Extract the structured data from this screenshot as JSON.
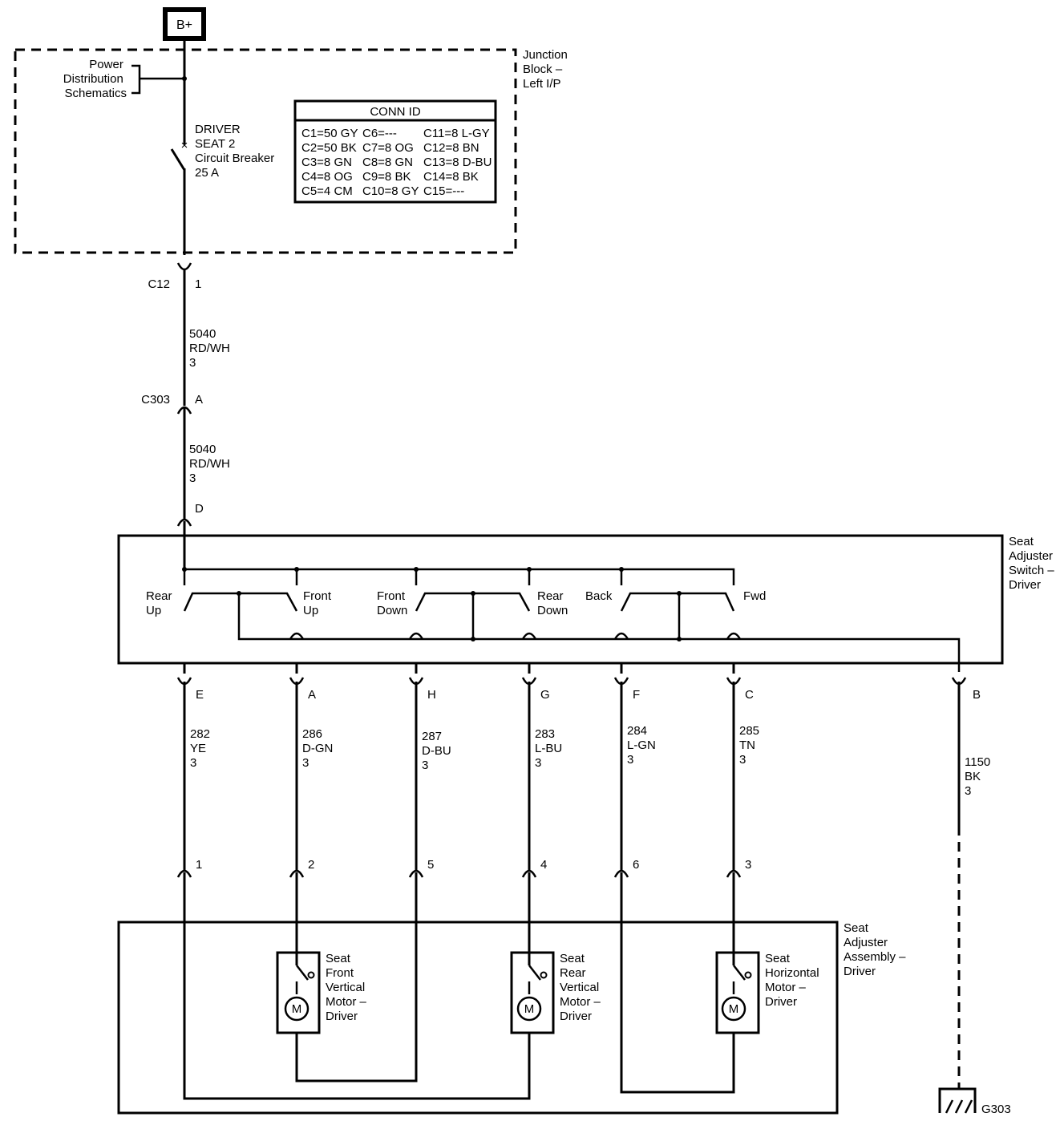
{
  "power_source": {
    "label": "B+"
  },
  "junction_block": {
    "name_lines": [
      "Junction",
      "Block –",
      "Left I/P"
    ],
    "power_ref_lines": [
      "Power",
      "Distribution",
      "Schematics"
    ],
    "breaker_lines": [
      "DRIVER",
      "SEAT 2",
      "Circuit Breaker",
      "25 A"
    ],
    "conn_id": {
      "title": "CONN ID",
      "rows": [
        [
          "C1=50 GY",
          "C6=---",
          "C11=8 L-GY"
        ],
        [
          "C2=50 BK",
          "C7=8 OG",
          "C12=8 BN"
        ],
        [
          "C3=8 GN",
          "C8=8 GN",
          "C13=8 D-BU"
        ],
        [
          "C4=8 OG",
          "C9=8 BK",
          "C14=8 BK"
        ],
        [
          "C5=4 CM",
          "C10=8 GY",
          "C15=---"
        ]
      ]
    }
  },
  "feed": {
    "c12": {
      "connector": "C12",
      "pin": "1"
    },
    "wire1": [
      "5040",
      "RD/WH",
      "3"
    ],
    "c303": {
      "connector": "C303",
      "pin": "A"
    },
    "wire2": [
      "5040",
      "RD/WH",
      "3"
    ],
    "switch_pin": "D"
  },
  "switch_module": {
    "name_lines": [
      "Seat",
      "Adjuster",
      "Switch –",
      "Driver"
    ],
    "labels": {
      "rear_up": [
        "Rear",
        "Up"
      ],
      "front_up": [
        "Front",
        "Up"
      ],
      "front_down": [
        "Front",
        "Down"
      ],
      "rear_down": [
        "Rear",
        "Down"
      ],
      "back": "Back",
      "fwd": "Fwd"
    }
  },
  "circuits": [
    {
      "pin": "E",
      "wire": [
        "282",
        "YE",
        "3"
      ],
      "motor_pin": "1"
    },
    {
      "pin": "A",
      "wire": [
        "286",
        "D-GN",
        "3"
      ],
      "motor_pin": "2"
    },
    {
      "pin": "H",
      "wire": [
        "287",
        "D-BU",
        "3"
      ],
      "motor_pin": "5"
    },
    {
      "pin": "G",
      "wire": [
        "283",
        "L-BU",
        "3"
      ],
      "motor_pin": "4"
    },
    {
      "pin": "F",
      "wire": [
        "284",
        "L-GN",
        "3"
      ],
      "motor_pin": "6"
    },
    {
      "pin": "C",
      "wire": [
        "285",
        "TN",
        "3"
      ],
      "motor_pin": "3"
    }
  ],
  "ground_circuit": {
    "pin": "B",
    "wire": [
      "1150",
      "BK",
      "3"
    ],
    "ground": "G303"
  },
  "seat_assembly": {
    "name_lines": [
      "Seat",
      "Adjuster",
      "Assembly –",
      "Driver"
    ],
    "motor_symbol": "M",
    "motors": [
      {
        "name_lines": [
          "Seat",
          "Front",
          "Vertical",
          "Motor –",
          "Driver"
        ]
      },
      {
        "name_lines": [
          "Seat",
          "Rear",
          "Vertical",
          "Motor –",
          "Driver"
        ]
      },
      {
        "name_lines": [
          "Seat",
          "Horizontal",
          "Motor –",
          "Driver"
        ]
      }
    ]
  }
}
